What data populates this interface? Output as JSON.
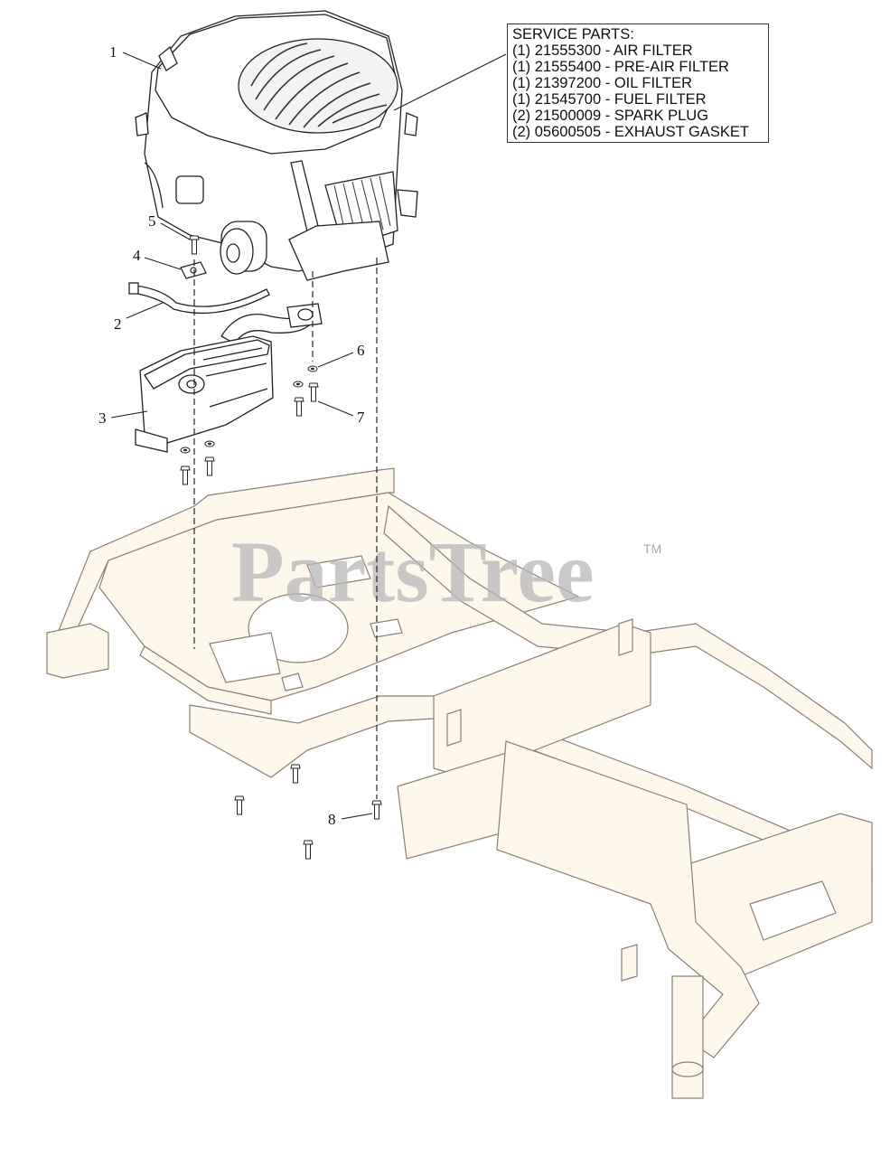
{
  "service_parts": {
    "header": "SERVICE PARTS:",
    "items": [
      "(1) 21555300 - AIR FILTER",
      "(1) 21555400 - PRE-AIR FILTER",
      "(1) 21397200 - OIL FILTER",
      "(1) 21545700 - FUEL FILTER",
      "(2) 21500009 - SPARK PLUG",
      "(2) 05600505 - EXHAUST GASKET"
    ]
  },
  "callouts": [
    "1",
    "2",
    "3",
    "4",
    "5",
    "6",
    "7",
    "8"
  ],
  "watermark": {
    "text": "PartsTree",
    "tm": "TM"
  },
  "parts": {
    "engine": "engine-icon",
    "fuel_line": "hose-icon",
    "muffler": "muffler-icon",
    "clamp": "clamp-icon",
    "bolt": "bolt-icon",
    "washer": "washer-icon",
    "frame": "mower-frame-icon"
  },
  "colors": {
    "line": "#222222",
    "frame_fill": "#fdf7ec",
    "watermark": "#b8b8b8"
  }
}
